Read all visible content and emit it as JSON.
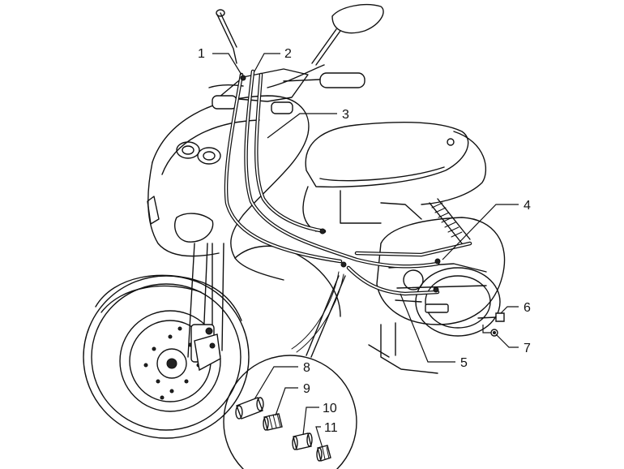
{
  "callouts": [
    {
      "id": "1",
      "label": "1",
      "part": "cable-clip"
    },
    {
      "id": "2",
      "label": "2",
      "part": "throttle-cable"
    },
    {
      "id": "3",
      "label": "3",
      "part": "rear-brake-cable"
    },
    {
      "id": "4",
      "label": "4",
      "part": "clamp"
    },
    {
      "id": "5",
      "label": "5",
      "part": "cable-tie"
    },
    {
      "id": "6",
      "label": "6",
      "part": "screw"
    },
    {
      "id": "7",
      "label": "7",
      "part": "washer"
    },
    {
      "id": "8",
      "label": "8",
      "part": "cable-end-sleeve"
    },
    {
      "id": "9",
      "label": "9",
      "part": "adjuster"
    },
    {
      "id": "10",
      "label": "10",
      "part": "ferrule"
    },
    {
      "id": "11",
      "label": "11",
      "part": "cap"
    }
  ],
  "colors": {
    "line": "#111111",
    "background": "#ffffff"
  }
}
